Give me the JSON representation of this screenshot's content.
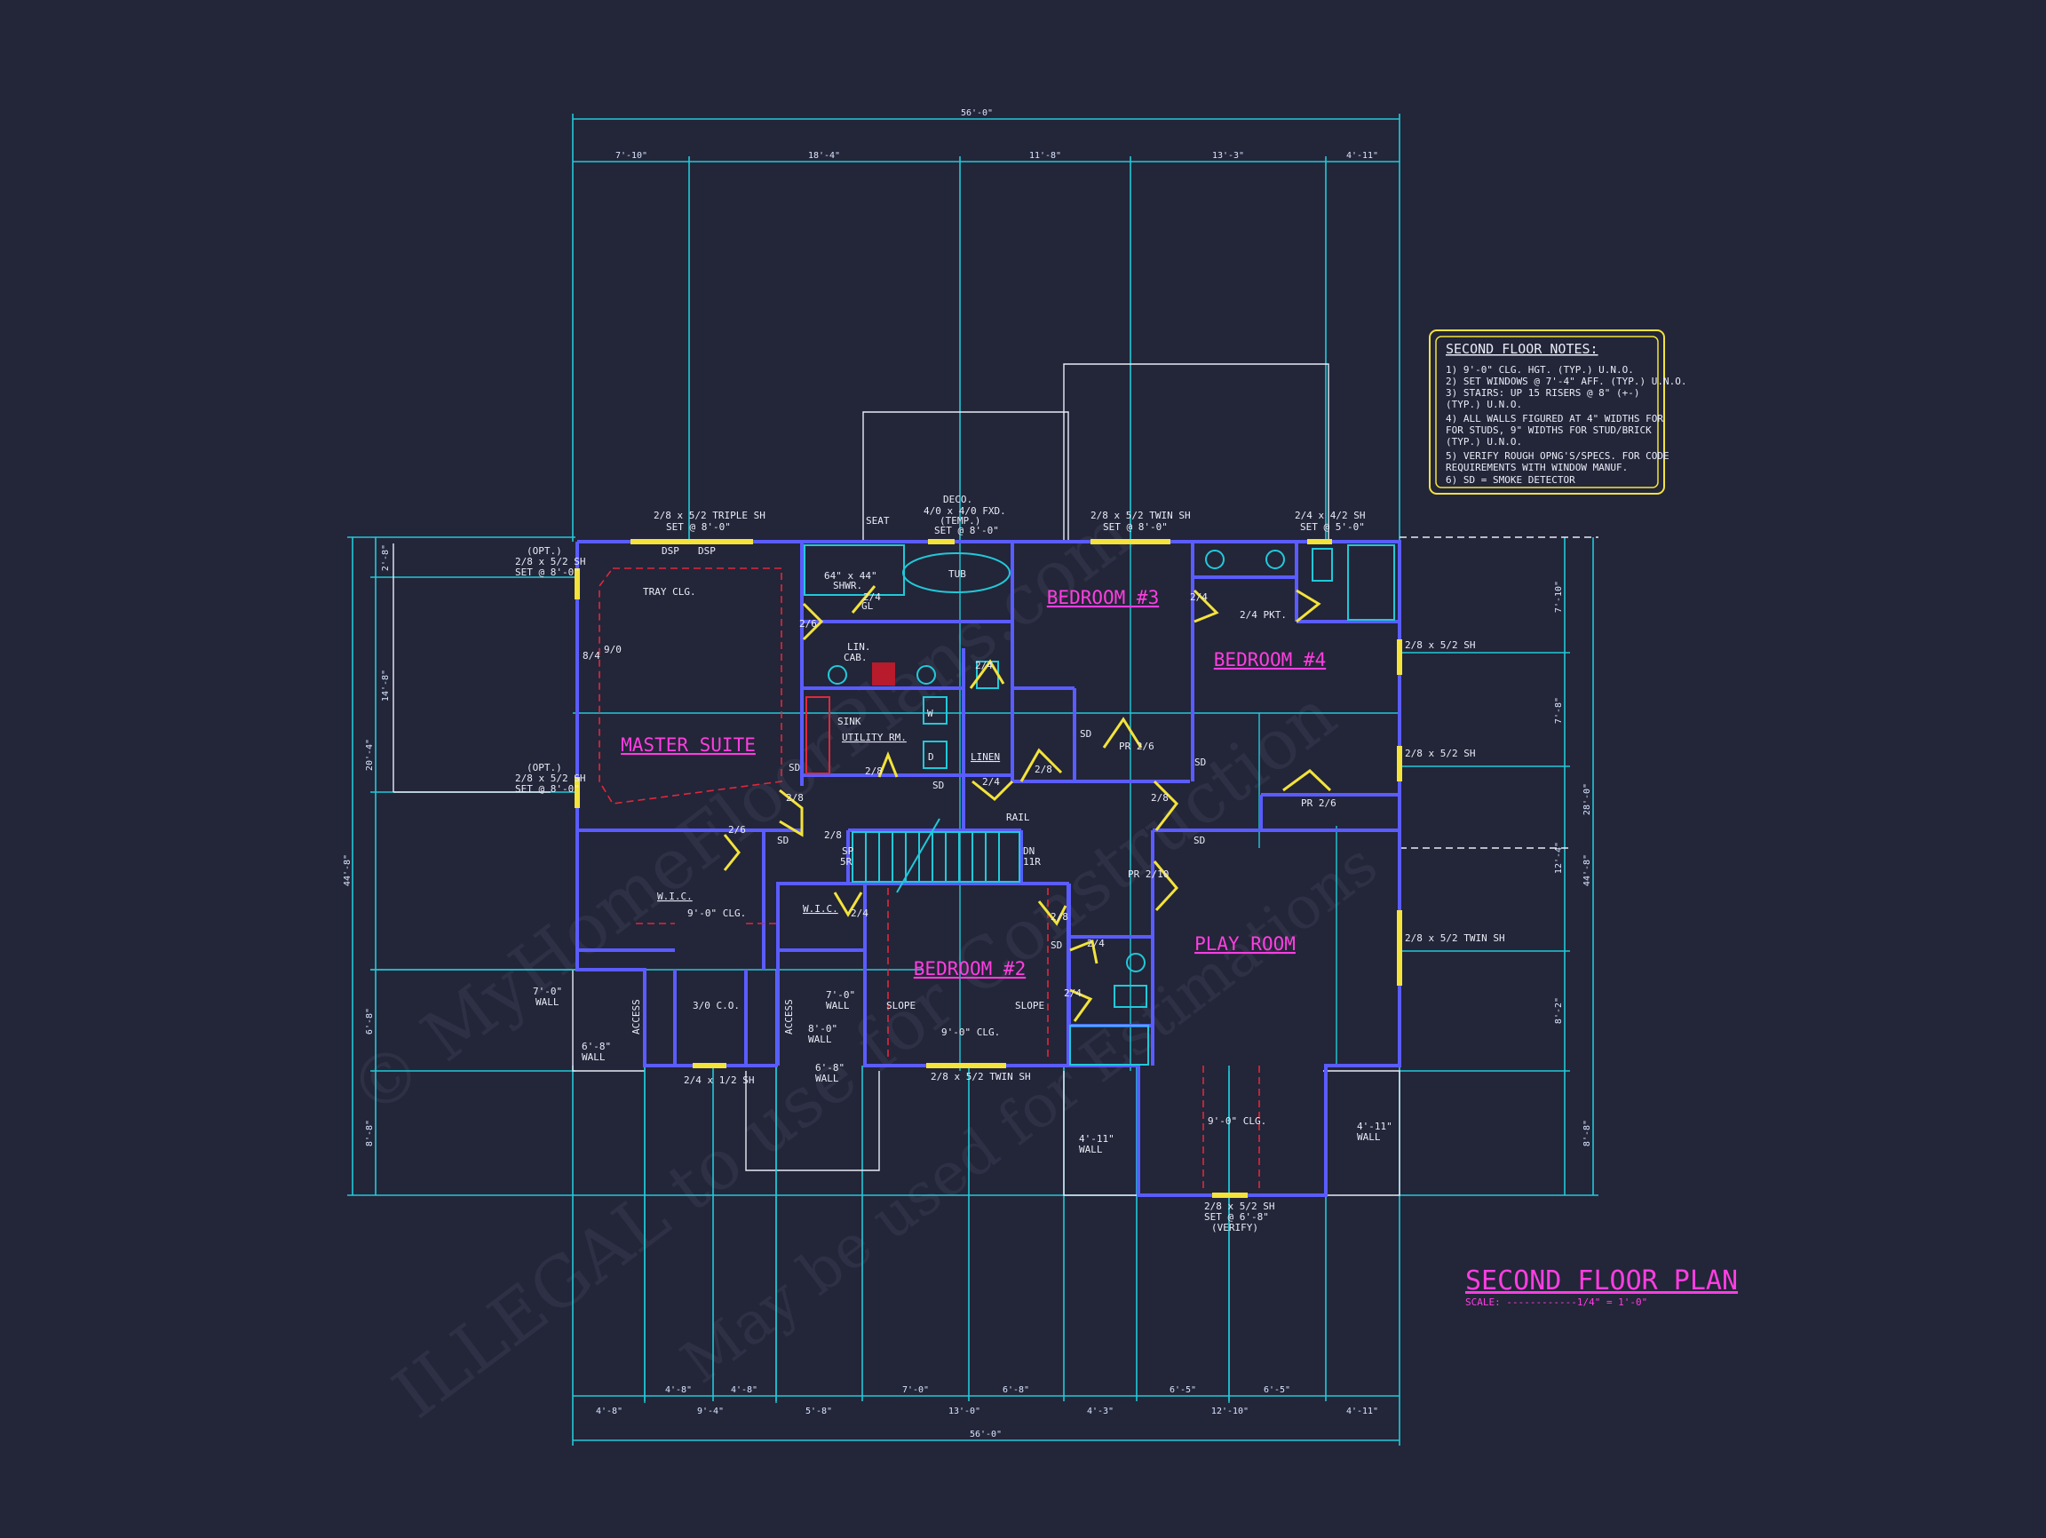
{
  "plan": {
    "title": "SECOND FLOOR PLAN",
    "scale": "SCALE: ------------1/4\" = 1'-0\""
  },
  "notes": {
    "heading": "SECOND FLOOR NOTES:",
    "items": [
      "1) 9'-0\" CLG. HGT. (TYP.) U.N.O.",
      "2) SET WINDOWS @ 7'-4\" AFF. (TYP.) U.N.O.",
      "3) STAIRS: UP 15 RISERS @ 8\" (+-)",
      "   (TYP.) U.N.O.",
      "4) ALL WALLS FIGURED AT 4\" WIDTHS FOR",
      "   FOR STUDS, 9\" WIDTHS FOR STUD/BRICK",
      "   (TYP.) U.N.O.",
      "5) VERIFY ROUGH OPNG'S/SPECS. FOR CODE",
      "   REQUIREMENTS WITH WINDOW MANUF.",
      "6) SD = SMOKE DETECTOR"
    ]
  },
  "rooms": {
    "master": "MASTER SUITE",
    "bed2": "BEDROOM #2",
    "bed3": "BEDROOM #3",
    "bed4": "BEDROOM #4",
    "play": "PLAY ROOM",
    "utility": "UTILITY RM.",
    "linen": "LINEN",
    "wic1": "W.I.C.",
    "wic2": "W.I.C."
  },
  "dims": {
    "top_total": "56'-0\"",
    "top_1": "7'-10\"",
    "top_2": "18'-4\"",
    "top_3": "11'-8\"",
    "top_4": "13'-3\"",
    "top_5": "4'-11\"",
    "bot_total": "56'-0\"",
    "bot_1": "4'-8\"",
    "bot_2": "4'-8\"",
    "bot_3": "9'-4\"",
    "bot_4": "4'-8\"",
    "bot_5": "5'-8\"",
    "bot_6": "7'-0\"",
    "bot_7": "13'-0\"",
    "bot_8": "6'-8\"",
    "bot_9": "4'-3\"",
    "bot_10": "6'-5\"",
    "bot_11": "12'-10\"",
    "bot_12": "6'-5\"",
    "bot_13": "4'-11\"",
    "left_total": "44'-8\"",
    "left_1": "2'-8\"",
    "left_2": "14'-8\"",
    "left_3": "20'-4\"",
    "left_4": "6'-8\"",
    "left_5": "8'-8\"",
    "right_total": "44'-8\"",
    "right_1": "7'-10\"",
    "right_2": "7'-8\"",
    "right_3": "28'-0\"",
    "right_4": "8'-2\"",
    "right_5": "8'-8\"",
    "right_6": "12'-4\""
  },
  "labels": {
    "win_triple": "2/8 x 5/2 TRIPLE SH",
    "win_triple_set": "SET @ 8'-0\"",
    "dsp1": "DSP",
    "dsp2": "DSP",
    "seat": "SEAT",
    "deco": "DECO.",
    "deco2": "4/0 x 4/0 FXD.",
    "deco3": "(TEMP.)",
    "deco4": "SET @ 8'-0\"",
    "win_twin_b3": "2/8 x 5/2 TWIN SH",
    "win_twin_b3_set": "SET @ 8'-0\"",
    "win_24_42": "2/4 x 4/2 SH",
    "win_24_42_set": "SET @ 5'-0\"",
    "opt1": "(OPT.)",
    "opt1b": "2/8 x 5/2 SH",
    "opt1c": "SET @ 8'-0\"",
    "opt2": "(OPT.)",
    "opt2b": "2/8 x 5/2 SH",
    "opt2c": "SET @ 8'-0\"",
    "tray": "TRAY CLG.",
    "d84": "8/4",
    "d90": "9/0",
    "tub": "TUB",
    "shwr": "64\" x 44\"",
    "shwr2": "SHWR.",
    "gl": "GL",
    "d24a": "2/4",
    "d26": "2/6",
    "lin": "LIN.",
    "cab": "CAB.",
    "sink": "SINK",
    "d28a": "2/8",
    "d24b": "2/4",
    "d24c": "2/4",
    "d28b": "2/8",
    "d28c": "2/8",
    "d24d": "2/4",
    "d24pkt": "2/4 PKT.",
    "pr26a": "PR 2/6",
    "pr26b": "PR 2/6",
    "pr210": "PR 2/10",
    "d28d": "2/8",
    "d26b": "2/6",
    "d28e": "2/8",
    "rail": "RAIL",
    "dn": "DN",
    "tr": "11R",
    "sp": "SP",
    "er": "5R",
    "wic_clg": "9'-0\" CLG.",
    "co": "3/0 C.O.",
    "wall1": "7'-0\"",
    "wall1b": "WALL",
    "wall2": "6'-8\"",
    "wall2b": "WALL",
    "wall3": "7'-0\"",
    "wall3b": "WALL",
    "wall4": "8'-0\"",
    "wall4b": "WALL",
    "wall5": "6'-8\"",
    "wall5b": "WALL",
    "access1": "ACCESS",
    "access2": "ACCESS",
    "d24e": "2/4",
    "slope1": "SLOPE",
    "slope2": "SLOPE",
    "b2_clg": "9'-0\" CLG.",
    "d28f": "2/8",
    "d24f": "2/4",
    "d24g": "2/4",
    "pr_clg": "9'-0\" CLG.",
    "wall6": "4'-11\"",
    "wall6b": "WALL",
    "wall7": "4'-11\"",
    "wall7b": "WALL",
    "win_2412": "2/4 x 1/2 SH",
    "win_b2": "2/8 x 5/2 TWIN SH",
    "win_play": "2/8 x 5/2 SH",
    "win_play2": "SET @ 6'-8\"",
    "win_play3": "(VERIFY)",
    "win_r1": "2/8 x 5/2 SH",
    "win_r2": "2/8 x 5/2 SH",
    "win_r3": "2/8 x 5/2 TWIN SH",
    "sd1": "SD",
    "sd2": "SD",
    "sd3": "SD",
    "sd4": "SD",
    "sd5": "SD",
    "sd6": "SD",
    "sd7": "SD",
    "dw": "D",
    "wsh": "W"
  },
  "watermark": {
    "line1": "© MyHomeFloorPlans.com",
    "line2": "ILLEGAL to use for Construction",
    "line3": "May be used for Estimations"
  },
  "colors": {
    "background": "#232539",
    "dimension": "#21c9d8",
    "wall": "#5a5cff",
    "door_window": "#f3e33a",
    "room_label": "#ff3ee0",
    "notes_border": "#f3e33a"
  }
}
